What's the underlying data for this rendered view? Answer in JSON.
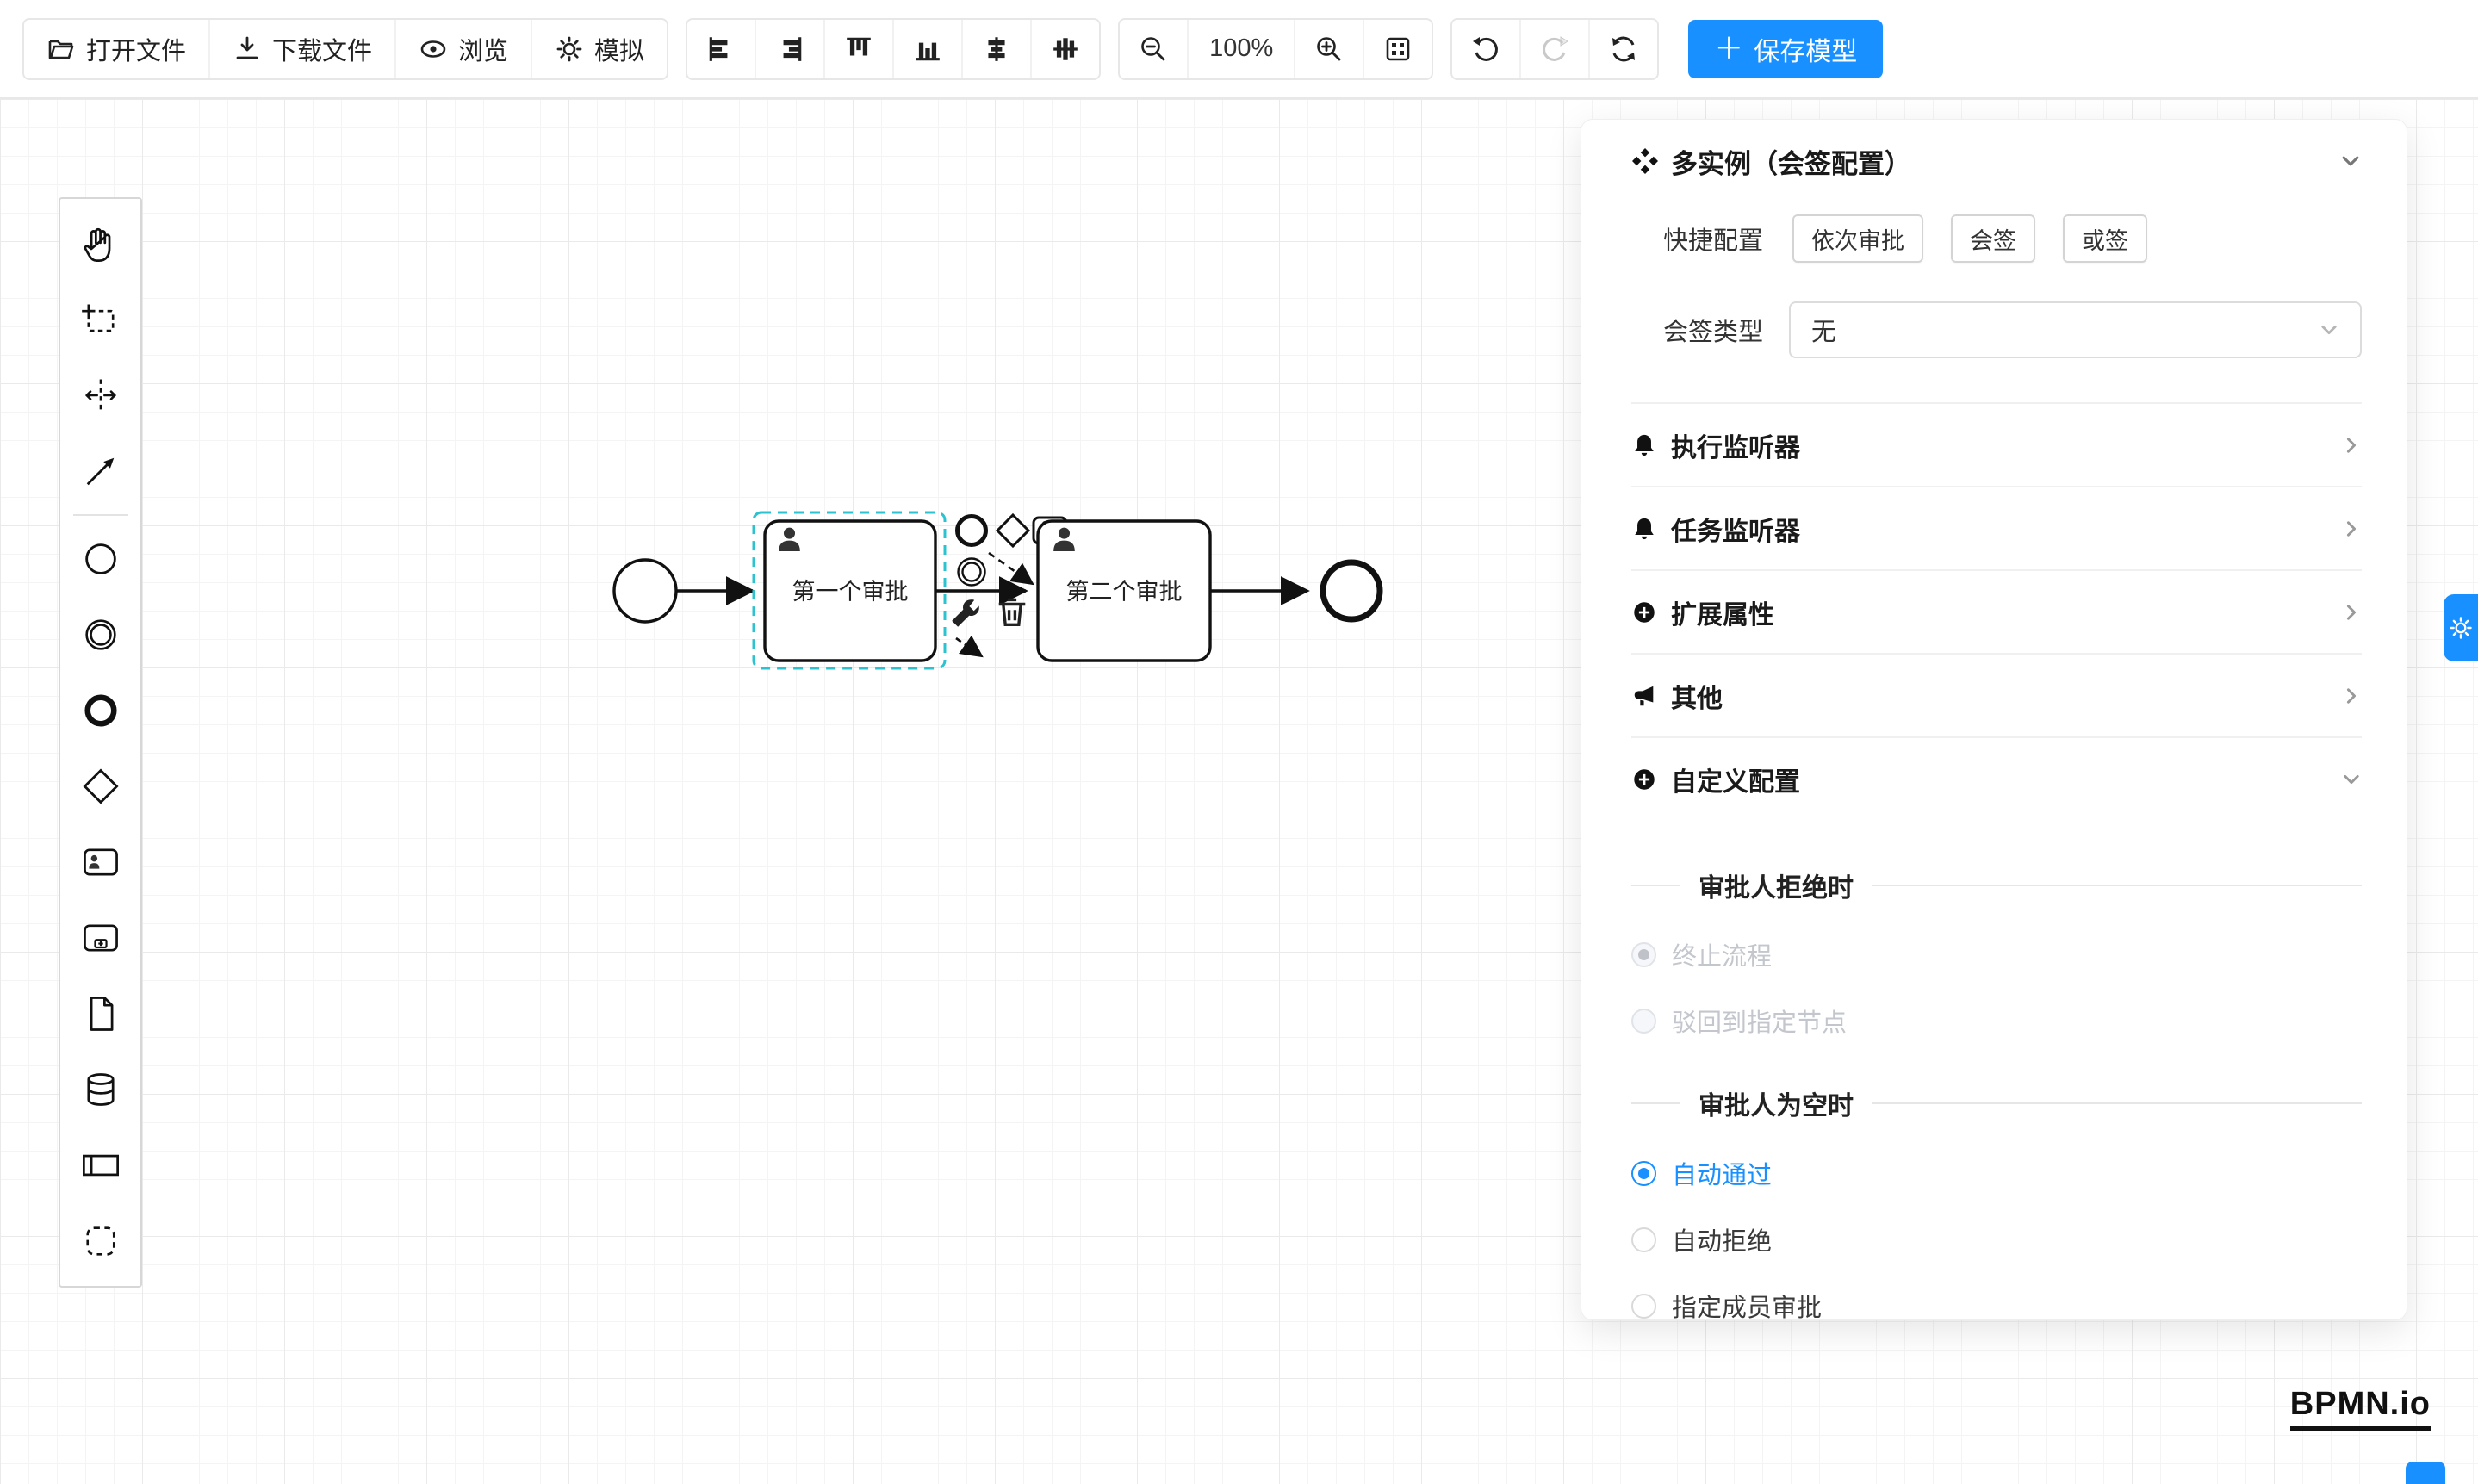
{
  "toolbar": {
    "open_file": "打开文件",
    "download_file": "下载文件",
    "preview": "浏览",
    "simulate": "模拟",
    "zoom_level": "100%",
    "save_plus": "＋",
    "save_model": "保存模型"
  },
  "panel": {
    "title": "多实例（会签配置）",
    "quick_config_label": "快捷配置",
    "quick_options": [
      "依次审批",
      "会签",
      "或签"
    ],
    "type_label": "会签类型",
    "type_value": "无",
    "rows": [
      {
        "label": "执行监听器"
      },
      {
        "label": "任务监听器"
      },
      {
        "label": "扩展属性"
      },
      {
        "label": "其他"
      },
      {
        "label": "自定义配置"
      }
    ],
    "reject_section": {
      "title": "审批人拒绝时",
      "options": [
        {
          "label": "终止流程",
          "checked": true,
          "disabled": true
        },
        {
          "label": "驳回到指定节点",
          "checked": false,
          "disabled": true
        }
      ]
    },
    "empty_section": {
      "title": "审批人为空时",
      "options": [
        {
          "label": "自动通过",
          "checked": true
        },
        {
          "label": "自动拒绝",
          "checked": false
        },
        {
          "label": "指定成员审批",
          "checked": false
        }
      ]
    }
  },
  "canvas": {
    "task1": "第一个审批",
    "task2": "第二个审批"
  },
  "watermark": {
    "text": "BPMN.io"
  },
  "colors": {
    "primary": "#1890ff",
    "selection": "#2bc3cf",
    "stroke": "#111111",
    "disabled_text": "#c3c7cd"
  },
  "icons": {
    "toolbar": [
      "folder-open",
      "download",
      "eye",
      "gear",
      "align-left",
      "align-right",
      "align-top",
      "align-bottom",
      "distribute-horizontal",
      "distribute-vertical",
      "zoom-out",
      "zoom-in",
      "fit-viewport",
      "undo",
      "redo",
      "refresh",
      "plus"
    ],
    "palette": [
      "hand-tool",
      "lasso-tool",
      "space-tool",
      "connect-tool",
      "start-event",
      "intermediate-event",
      "end-event",
      "gateway",
      "user-task",
      "subprocess",
      "document",
      "datastore",
      "pool",
      "group"
    ],
    "panel": [
      "multi-instance",
      "bell",
      "plus-circle",
      "megaphone",
      "chevron-right",
      "chevron-down"
    ],
    "context_pad": [
      "end-event",
      "gateway",
      "user-task",
      "intermediate-event",
      "connect-arrow",
      "wrench",
      "trash"
    ]
  }
}
